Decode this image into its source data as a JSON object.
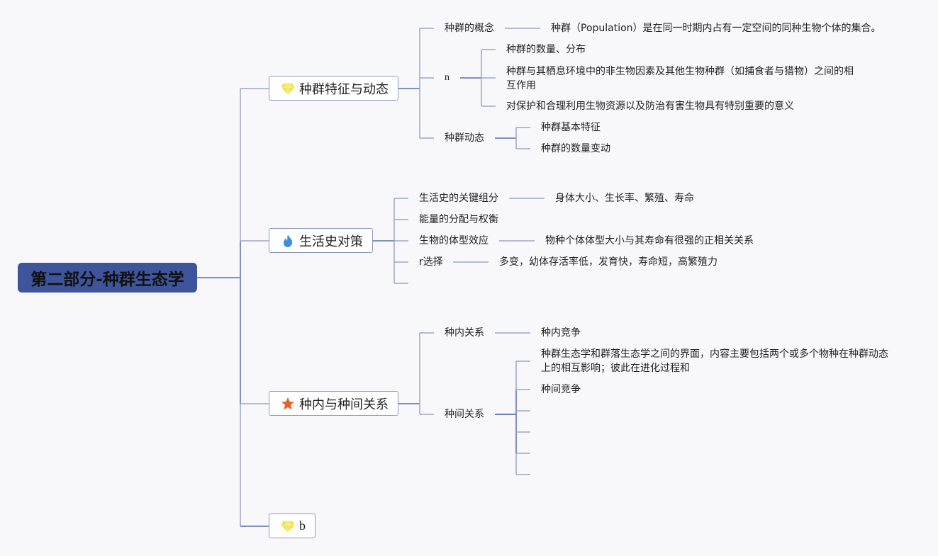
{
  "root": {
    "label": "第二部分-种群生态学"
  },
  "branches": [
    {
      "label": "种群特征与动态",
      "icon": "diamond-icon",
      "children": [
        {
          "label": "种群的概念",
          "children": [
            {
              "label": "种群（Population）是在同一时期内占有一定空间的同种生物个体的集合。"
            }
          ]
        },
        {
          "label": "n",
          "children": [
            {
              "label": "种群的数量、分布"
            },
            {
              "label": "种群与其栖息环境中的非生物因素及其他生物种群（如捕食者与猎物）之间的相互作用"
            },
            {
              "label": "对保护和合理利用生物资源以及防治有害生物具有特别重要的意义"
            }
          ]
        },
        {
          "label": "种群动态",
          "children": [
            {
              "label": "种群基本特征"
            },
            {
              "label": "种群的数量变动"
            }
          ]
        }
      ]
    },
    {
      "label": "生活史对策",
      "icon": "flame-icon",
      "children": [
        {
          "label": "生活史的关键组分",
          "children": [
            {
              "label": "身体大小、生长率、繁殖、寿命"
            }
          ]
        },
        {
          "label": "能量的分配与权衡"
        },
        {
          "label": "生物的体型效应",
          "children": [
            {
              "label": "物种个体体型大小与其寿命有很强的正相关关系"
            }
          ]
        },
        {
          "label": "r选择",
          "children": [
            {
              "label": "多变，幼体存活率低，发育快，寿命短，高繁殖力"
            }
          ]
        },
        {
          "label": ""
        }
      ]
    },
    {
      "label": "种内与种间关系",
      "icon": "star-icon",
      "children": [
        {
          "label": "种内关系",
          "children": [
            {
              "label": "种内竞争"
            }
          ]
        },
        {
          "label": "种间关系",
          "children": [
            {
              "label": "种群生态学和群落生态学之间的界面，内容主要包括两个或多个物种在种群动态上的相互影响；彼此在进化过程和"
            },
            {
              "label": "种间竞争"
            },
            {
              "label": ""
            },
            {
              "label": ""
            },
            {
              "label": ""
            },
            {
              "label": ""
            }
          ]
        }
      ]
    },
    {
      "label": "b",
      "icon": "diamond-icon",
      "children": []
    }
  ],
  "colors": {
    "root_fill": "#3e559c",
    "line_main": "#5a6fa8",
    "line_light": "#9aa6c8",
    "diamond": "#f2e34a",
    "flame": "#3a8fe0",
    "star": "#e0642a"
  }
}
